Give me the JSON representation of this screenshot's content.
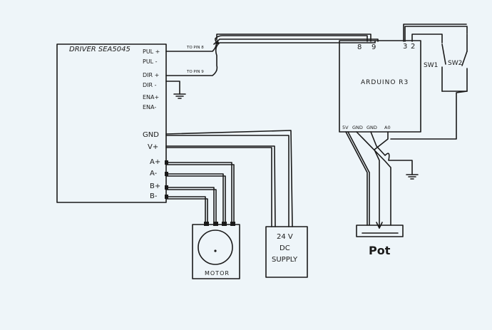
{
  "driver": {
    "title": "DRIVER SEA5045",
    "pins": {
      "pul_plus": "PUL +",
      "pul_minus": "PUL -",
      "dir_plus": "DIR +",
      "dir_minus": "DIR -",
      "ena_plus": "ENA+",
      "ena_minus": "ENA-",
      "gnd": "GND",
      "vplus": "V+",
      "a_plus": "A+",
      "a_minus": "A-",
      "b_plus": "B+",
      "b_minus": "B-"
    },
    "annot_pul": "TO PIN 8",
    "annot_dir": "TO PIN 9"
  },
  "arduino": {
    "title": "ARDUINO R3",
    "pin8": "8",
    "pin9": "9",
    "pin3": "3",
    "pin2": "2",
    "pin5v": "5V",
    "pingnd1": "GND",
    "pingnd2": "GND",
    "pina0": "A0"
  },
  "switches": {
    "sw1": "SW1",
    "sw2": "SW2"
  },
  "motor": {
    "label": "MOTOR"
  },
  "supply": {
    "line1": "24 V",
    "line2": "DC",
    "line3": "SUPPLY"
  },
  "pot": {
    "label": "Pot"
  }
}
